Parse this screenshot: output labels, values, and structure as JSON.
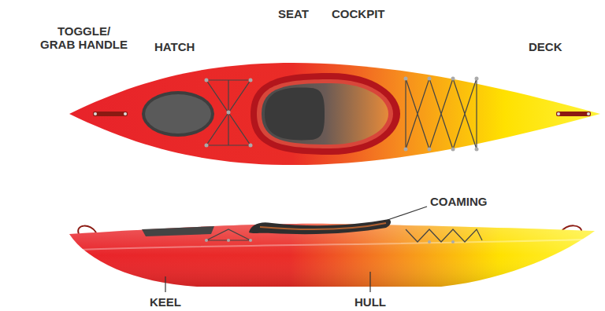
{
  "diagram": {
    "labels": [
      "TOGGLE/ GRAB HANDLE",
      "HATCH",
      "SEAT",
      "COCKPIT",
      "DECK",
      "COAMING",
      "KEEL",
      "HULL"
    ]
  }
}
